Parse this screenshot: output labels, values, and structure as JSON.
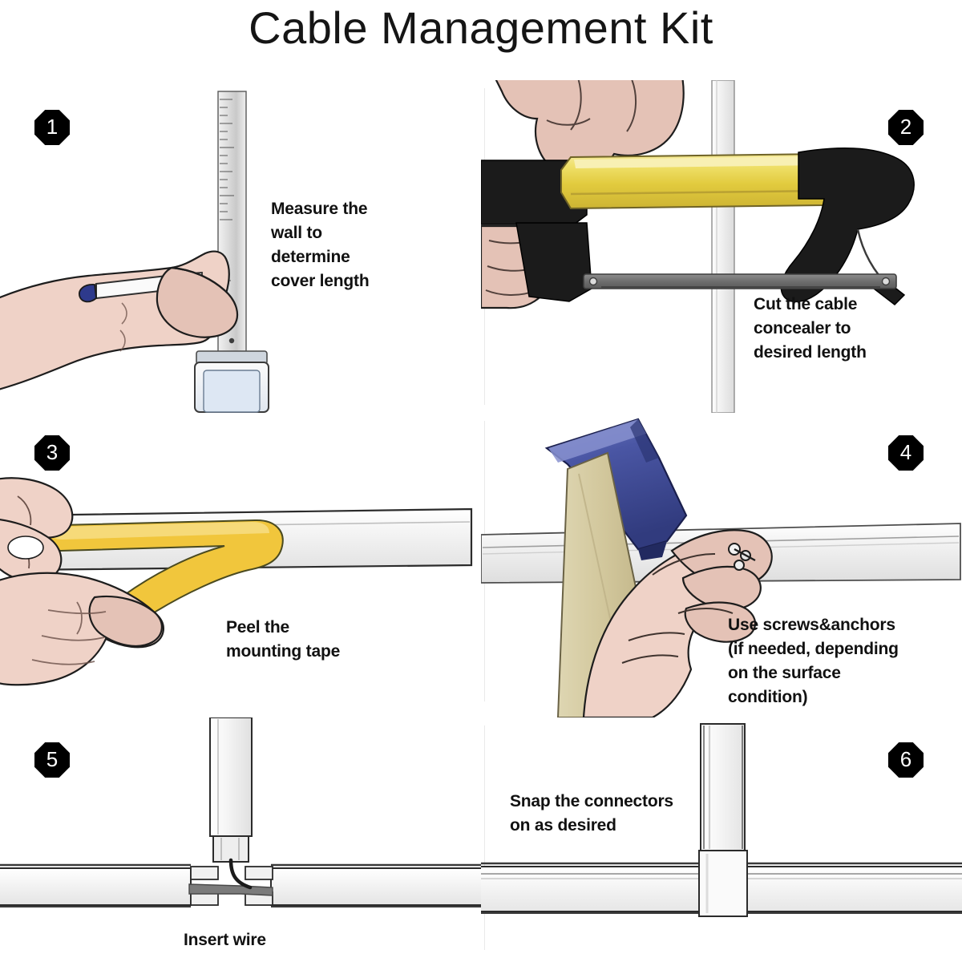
{
  "page": {
    "title": "Cable Management Kit",
    "background_color": "#ffffff",
    "text_color": "#111111"
  },
  "colors": {
    "badge_fill": "#000000",
    "badge_text": "#ffffff",
    "tape_yellow": "#f1c63c",
    "saw_frame_yellow": "#e8d44a",
    "saw_handle_black": "#1b1b1b",
    "hammer_head_blue": "#3f4a96",
    "hammer_handle_tan": "#d6cca2",
    "skin_tone": "#efd2c7",
    "channel_white": "#f3f3f3",
    "outline": "#2b2b2b",
    "divider": "#e9e9e9"
  },
  "steps": [
    {
      "number": "1",
      "caption": "Measure the\nwall to\ndetermine\ncover length",
      "icon_names": [
        "tape-measure-icon",
        "hand-icon"
      ],
      "badge_position": "top-left"
    },
    {
      "number": "2",
      "caption": "Cut the cable\nconcealer to\ndesired length",
      "icon_names": [
        "hacksaw-icon",
        "hand-icon",
        "cable-channel-icon"
      ],
      "badge_position": "top-right"
    },
    {
      "number": "3",
      "caption": "Peel the\nmounting tape",
      "icon_names": [
        "hand-icon",
        "mounting-tape-icon",
        "cable-channel-icon"
      ],
      "badge_position": "top-left"
    },
    {
      "number": "4",
      "caption": "Use screws&anchors\n(if needed, depending\non the surface\ncondition)",
      "icon_names": [
        "hammer-icon",
        "hand-icon",
        "cable-channel-icon",
        "screw-icon"
      ],
      "badge_position": "top-right"
    },
    {
      "number": "5",
      "caption": "Insert wire",
      "icon_names": [
        "cable-channel-tee-icon",
        "wire-icon"
      ],
      "badge_position": "top-left"
    },
    {
      "number": "6",
      "caption": "Snap the connectors\non as desired",
      "icon_names": [
        "cable-channel-tee-icon",
        "connector-cover-icon"
      ],
      "badge_position": "top-right"
    }
  ]
}
